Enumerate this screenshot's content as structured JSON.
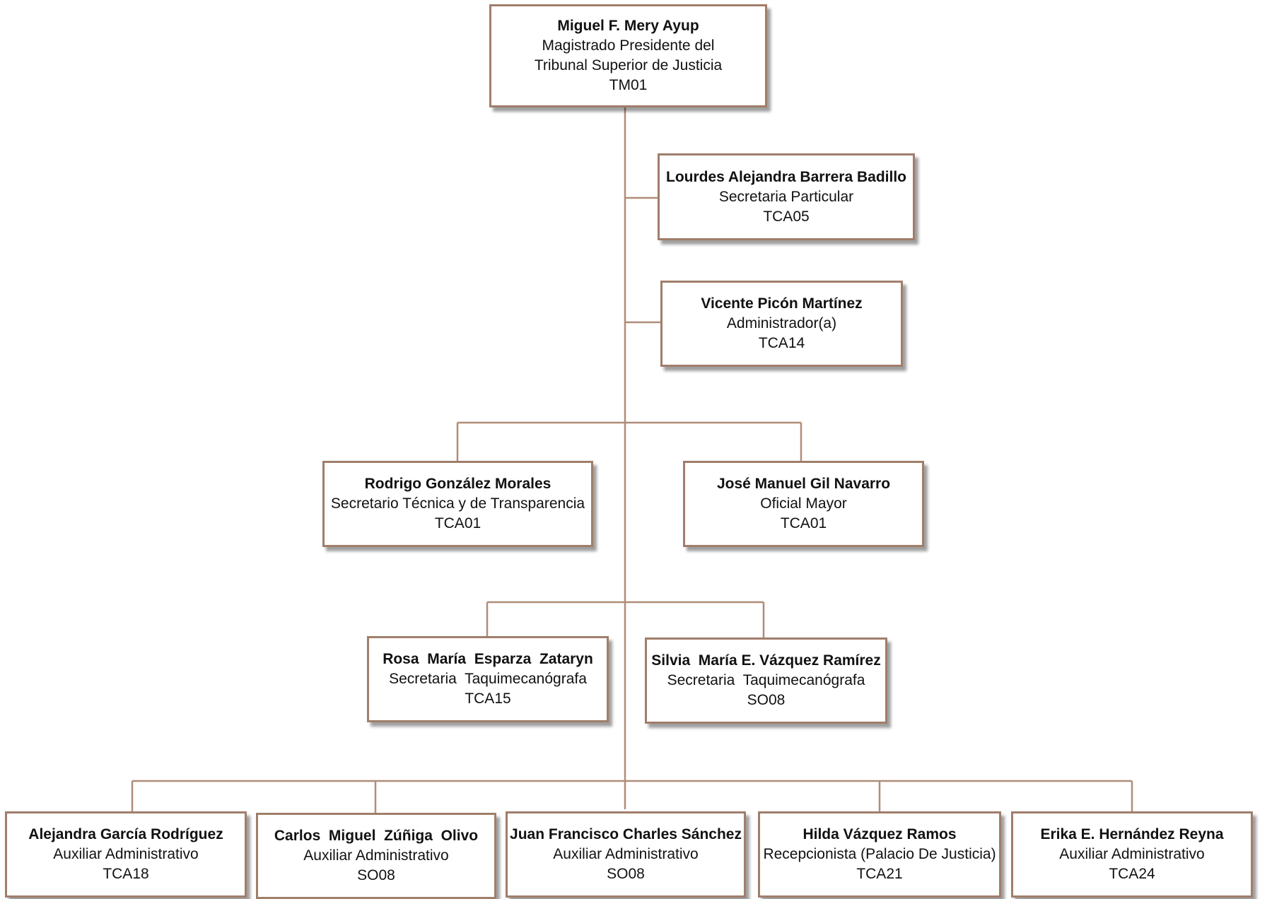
{
  "colors": {
    "line": "#b08d78",
    "border": "#a07e6a",
    "text": "#111111"
  },
  "nodes": {
    "president": {
      "name": "Miguel F. Mery Ayup",
      "role": "Magistrado Presidente del",
      "role2": "Tribunal Superior de Justicia",
      "code": "TM01"
    },
    "particular": {
      "name": "Lourdes Alejandra Barrera Badillo",
      "role": "Secretaria Particular",
      "code": "TCA05"
    },
    "admin": {
      "name": "Vicente Picón Martínez",
      "role": "Administrador(a)",
      "code": "TCA14"
    },
    "tecnica": {
      "name": "Rodrigo González Morales",
      "role": "Secretario Técnica y de Transparencia",
      "code": "TCA01"
    },
    "oficial": {
      "name": "José Manuel Gil Navarro",
      "role": "Oficial Mayor",
      "code": "TCA01"
    },
    "taqui1": {
      "name": "Rosa  María  Esparza  Zataryn",
      "role": "Secretaria  Taquimecanógrafa",
      "code": "TCA15"
    },
    "taqui2": {
      "name": "Silvia  María E. Vázquez Ramírez",
      "role": "Secretaria  Taquimecanógrafa",
      "code": "SO08"
    },
    "aux1": {
      "name": "Alejandra García Rodríguez",
      "role": "Auxiliar Administrativo",
      "code": "TCA18"
    },
    "aux2": {
      "name": "Carlos  Miguel  Zúñiga  Olivo",
      "role": "Auxiliar Administrativo",
      "code": "SO08"
    },
    "aux3": {
      "name": "Juan Francisco Charles Sánchez",
      "role": "Auxiliar Administrativo",
      "code": "SO08"
    },
    "recep": {
      "name": "Hilda Vázquez Ramos",
      "role": "Recepcionista (Palacio De Justicia)",
      "code": "TCA21"
    },
    "aux4": {
      "name": "Erika E. Hernández Reyna",
      "role": "Auxiliar Administrativo",
      "code": "TCA24"
    }
  }
}
